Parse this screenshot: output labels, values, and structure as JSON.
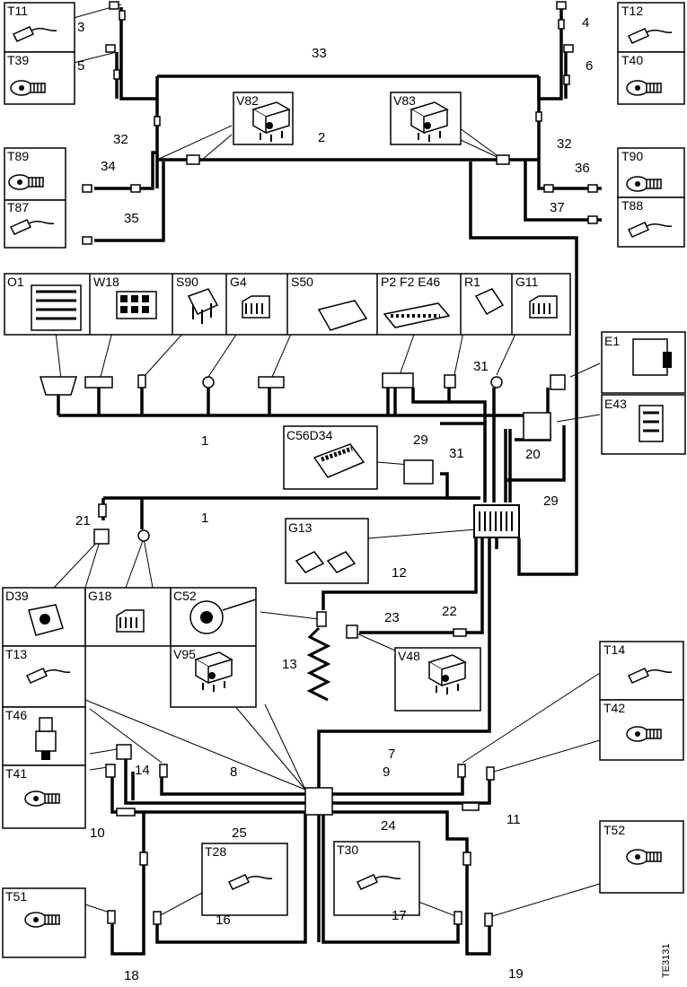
{
  "components": {
    "T11": "T11",
    "T39": "T39",
    "T12": "T12",
    "T40": "T40",
    "T89": "T89",
    "T87": "T87",
    "T90": "T90",
    "T88": "T88",
    "V82": "V82",
    "V83": "V83",
    "O1": "O1",
    "W18": "W18",
    "S90": "S90",
    "G4": "G4",
    "S50": "S50",
    "P2F2E46": "P2 F2 E46",
    "R1": "R1",
    "G11": "G11",
    "E1": "E1",
    "E43": "E43",
    "C56D34": "C56D34",
    "G13": "G13",
    "D39": "D39",
    "G18": "G18",
    "C52": "C52",
    "V95": "V95",
    "V48": "V48",
    "T13": "T13",
    "T46": "T46",
    "T41": "T41",
    "T14": "T14",
    "T42": "T42",
    "T28": "T28",
    "T30": "T30",
    "T51": "T51",
    "T52": "T52"
  },
  "cables": {
    "c1a": "1",
    "c1b": "1",
    "c2": "2",
    "c3": "3",
    "c4": "4",
    "c5": "5",
    "c6": "6",
    "c7": "7",
    "c8": "8",
    "c9": "9",
    "c10": "10",
    "c11": "11",
    "c12": "12",
    "c13": "13",
    "c14": "14",
    "c16": "16",
    "c17": "17",
    "c18": "18",
    "c19": "19",
    "c20": "20",
    "c21": "21",
    "c22": "22",
    "c23": "23",
    "c24": "24",
    "c25": "25",
    "c29a": "29",
    "c29b": "29",
    "c31a": "31",
    "c31b": "31",
    "c32a": "32",
    "c32b": "32",
    "c33": "33",
    "c34": "34",
    "c35": "35",
    "c36": "36",
    "c37": "37"
  },
  "drawing_id": "TE3131"
}
